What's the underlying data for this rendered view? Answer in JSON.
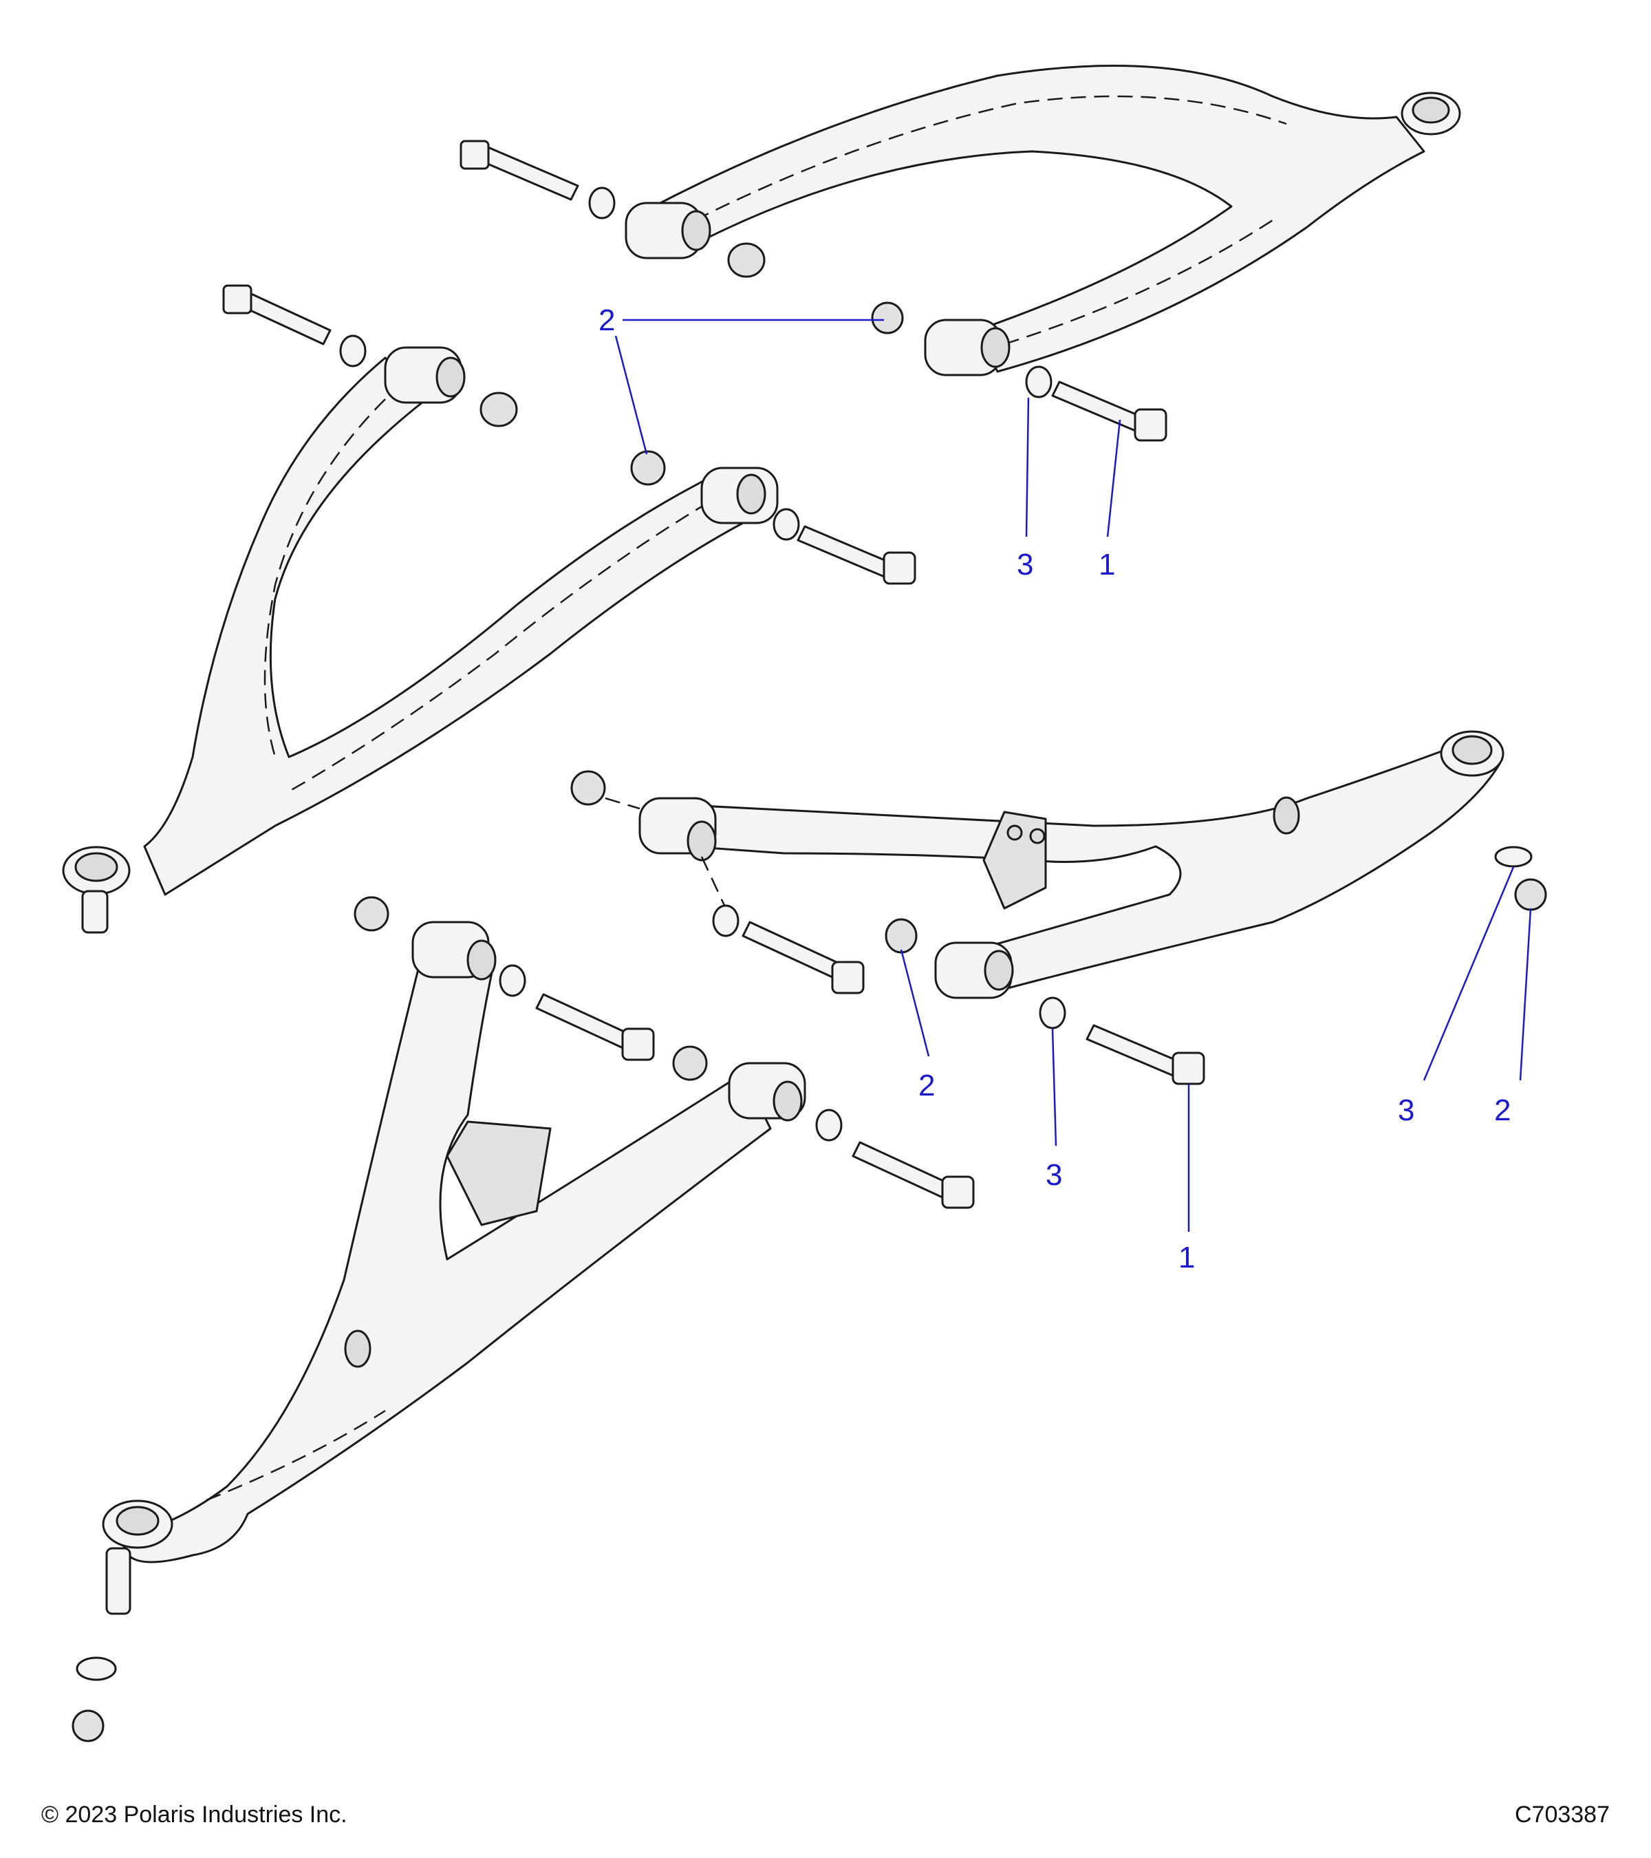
{
  "callouts": [
    {
      "number": "2"
    },
    {
      "number": "3"
    },
    {
      "number": "1"
    },
    {
      "number": "2"
    },
    {
      "number": "3"
    },
    {
      "number": "1"
    },
    {
      "number": "3"
    },
    {
      "number": "2"
    }
  ],
  "footer": {
    "copyright": "© 2023 Polaris Industries Inc.",
    "figure_id": "C703387"
  }
}
